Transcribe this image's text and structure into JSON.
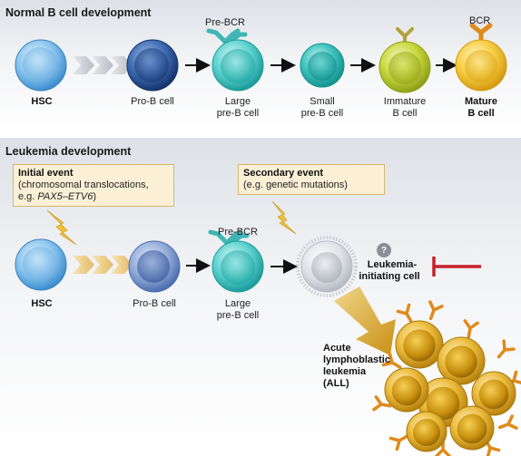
{
  "normal": {
    "heading": "Normal B cell development",
    "hsc": "HSC",
    "pro_b": "Pro-B cell",
    "large_pre_b_l1": "Large",
    "large_pre_b_l2": "pre-B cell",
    "small_pre_b_l1": "Small",
    "small_pre_b_l2": "pre-B cell",
    "immature_l1": "Immature",
    "immature_l2": "B cell",
    "mature_l1": "Mature",
    "mature_l2": "B cell",
    "pre_bcr": "Pre-BCR",
    "bcr": "BCR"
  },
  "leukemia": {
    "heading": "Leukemia development",
    "initial_title": "Initial event",
    "initial_l1": "(chromosomal translocations,",
    "initial_prefix": "e.g. ",
    "initial_gene1": "PAX5",
    "initial_sep": "–",
    "initial_gene2": "ETV6",
    "initial_suffix": ")",
    "secondary_title": "Secondary event",
    "secondary_l1": "(e.g. genetic mutations)",
    "hsc": "HSC",
    "pro_b": "Pro-B cell",
    "pre_bcr": "Pre-BCR",
    "large_pre_b_l1": "Large",
    "large_pre_b_l2": "pre-B cell",
    "question_mark": "?",
    "lic_l1": "Leukemia-",
    "lic_l2": "initiating cell",
    "all_l1": "Acute",
    "all_l2": "lymphoblastic",
    "all_l3": "leukemia",
    "all_l4": "(ALL)"
  },
  "colors": {
    "hsc": "#5aa8e0",
    "pro_b": "#1f4a8a",
    "large_pre_b": "#2ec0c0",
    "small_pre_b": "#22b5b0",
    "immature": "#b9cc2a",
    "mature": "#f2c22a",
    "pre_bcr": "#3fb5b5",
    "bcr_immature": "#b3a13a",
    "bcr_mature": "#e08a1a",
    "inhibit": "#c8202a",
    "lightning": "#f2c030",
    "leukemic_cell": "#d9a420"
  }
}
